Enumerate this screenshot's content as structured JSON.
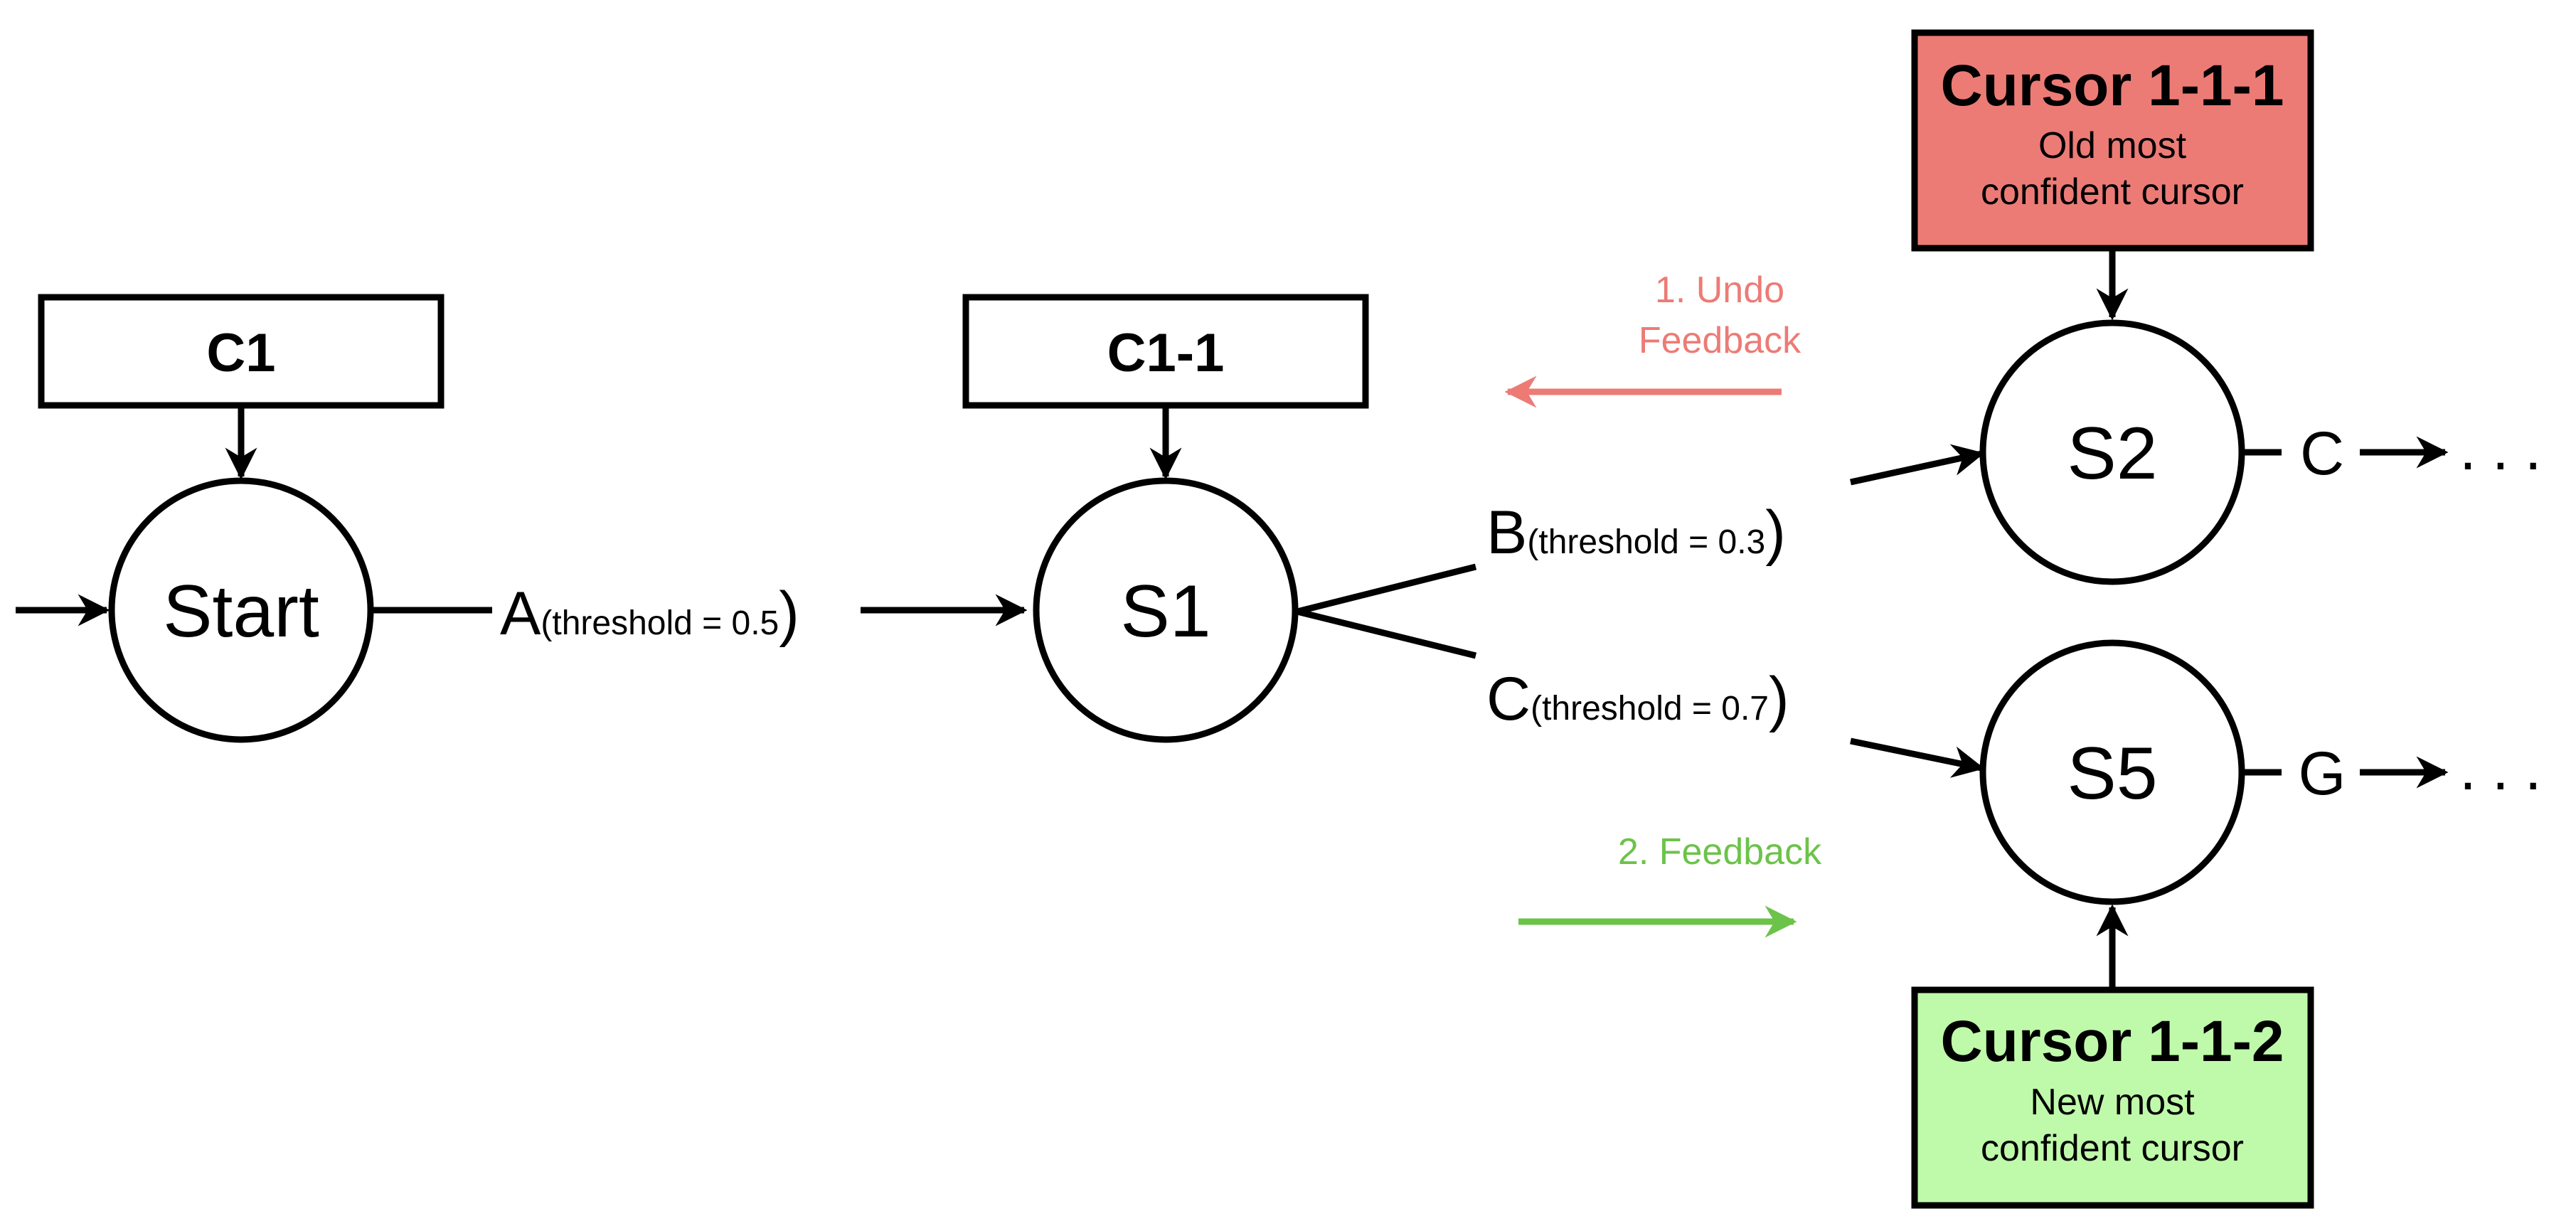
{
  "colors": {
    "undo": "#ec7b76",
    "feedback": "#6cc34a",
    "old_cursor_fill": "#ec7b76",
    "new_cursor_fill": "#bffaaa",
    "stroke": "#000000"
  },
  "cursors": {
    "c1": "C1",
    "c1_1": "C1-1",
    "cursor_old": {
      "title": "Cursor 1-1-1",
      "line1": "Old most",
      "line2": "confident cursor"
    },
    "cursor_new": {
      "title": "Cursor 1-1-2",
      "line1": "New most",
      "line2": "confident cursor"
    }
  },
  "states": {
    "start": "Start",
    "s1": "S1",
    "s2": "S2",
    "s5": "S5"
  },
  "edges": {
    "a": {
      "letter": "A",
      "threshold": "(threshold = 0.5",
      "close": ")"
    },
    "b": {
      "letter": "B",
      "threshold": "(threshold = 0.3",
      "close": ")"
    },
    "c": {
      "letter": "C",
      "threshold": "(threshold = 0.7",
      "close": ")"
    },
    "s2_out": "C",
    "s5_out": "G",
    "ellipsis": "..."
  },
  "feedback": {
    "undo_line1": "1. Undo",
    "undo_line2": "Feedback",
    "feedback": "2. Feedback"
  }
}
